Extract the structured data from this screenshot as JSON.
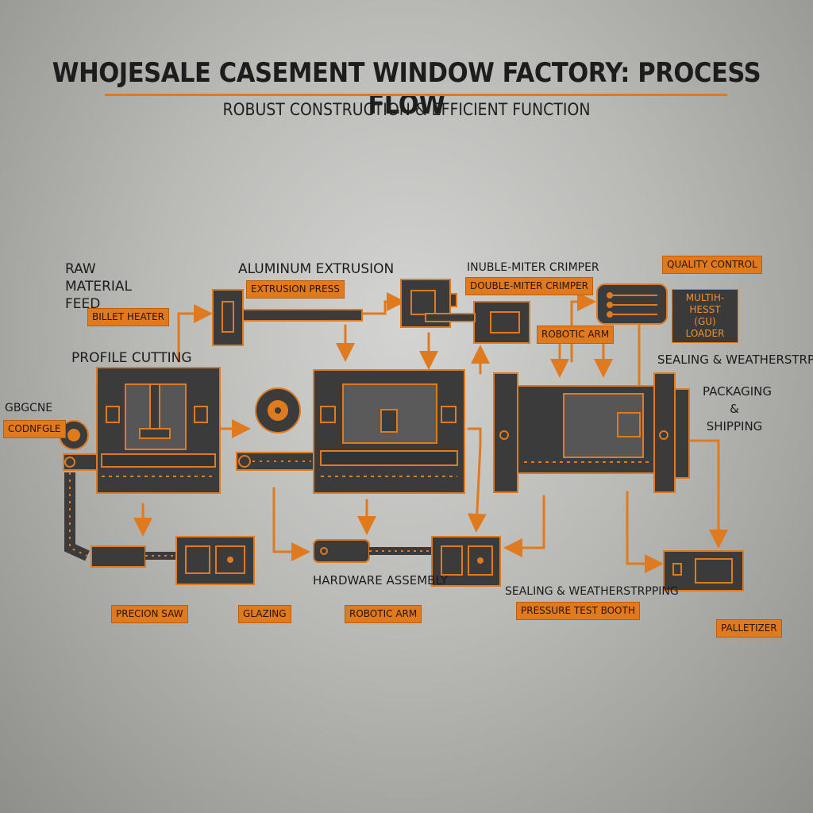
{
  "title": "WHOJESALE CASEMENT WINDOW FACTORY: PROCESS FLOW",
  "subtitle": "ROBUST CONSTRUCTION & EFFICIENT FUNCTION",
  "labels": {
    "raw_material_feed": "RAW MATERIAL FEED",
    "aluminum_extrusion": "ALUMINUM EXTRUSION",
    "inuble_miter_crimper": "INUBLE-MITER CRIMPER",
    "profile_cutting": "PROFILE CUTTING",
    "sealing_top": "SEALING & WEATHERSTRPPING",
    "packaging": "PACKAGING & SHIPPING",
    "gbgcne": "GBGCNE",
    "hardware_assembly": "HARDWARE ASSEMBLY",
    "sealing_bottom": "SEALING & WEATHERSTRPPING"
  },
  "tags": {
    "quality_control": "QUALITY CONTROL",
    "extrusion_press": "EXTRUSION PRESS",
    "double_miter_crimper": "DOUBLE-MITER CRIMPER",
    "billet_heater": "BILLET HEATER",
    "multi_hesst": "MULTIH-HESST",
    "gu_loader": "(GU) LOADER",
    "robotic_arm_top": "ROBOTIC ARM",
    "codnfgle": "CODNFGLE",
    "precion_saw": "PRECION SAW",
    "glazing": "GLAZING",
    "robotic_arm_bottom": "ROBOTIC ARM",
    "pressure_test_booth": "PRESSURE TEST BOOTH",
    "palletizer": "PALLETIZER"
  },
  "colors": {
    "accent": "#e07a1f",
    "machine": "#3b3b3b",
    "outline": "#d9781f"
  }
}
